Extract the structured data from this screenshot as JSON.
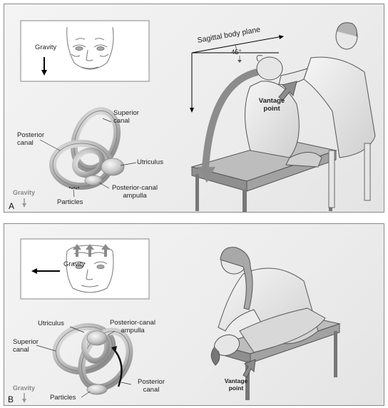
{
  "panel_a": {
    "letter": "A",
    "gravity_box_label": "Gravity",
    "sagittal_label": "Sagittal body plane",
    "angle_label": "45°",
    "vantage_label_1": "Vantage",
    "vantage_label_2": "point",
    "labels": {
      "superior_1": "Superior",
      "superior_2": "canal",
      "posterior_1": "Posterior",
      "posterior_2": "canal",
      "utriculus": "Utriculus",
      "ampulla_1": "Posterior-canal",
      "ampulla_2": "ampulla",
      "particles": "Particles",
      "gravity": "Gravity"
    }
  },
  "panel_b": {
    "letter": "B",
    "gravity_box_label": "Gravity",
    "vantage_label_1": "Vantage",
    "vantage_label_2": "point",
    "labels": {
      "utriculus": "Utriculus",
      "ampulla_1": "Posterior-canal",
      "ampulla_2": "ampulla",
      "superior_1": "Superior",
      "superior_2": "canal",
      "posterior_1": "Posterior",
      "posterior_2": "canal",
      "particles": "Particles",
      "gravity": "Gravity"
    }
  }
}
